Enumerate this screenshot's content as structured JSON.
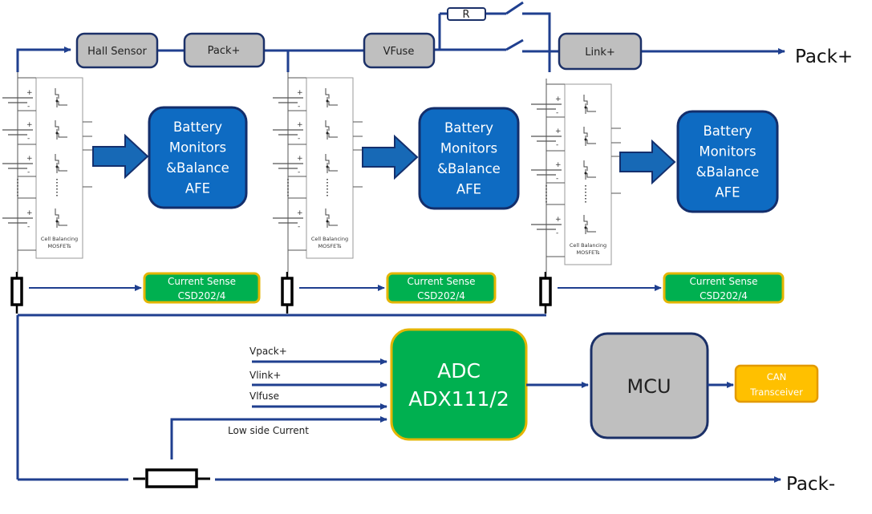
{
  "top_bus": {
    "hall_sensor": "Hall Sensor",
    "pack_plus_block": "Pack+",
    "vfuse": "VFuse",
    "resistor": "R",
    "link_plus": "Link+",
    "output_label": "Pack+"
  },
  "modules": [
    {
      "afe_lines": [
        "Battery",
        "Monitors",
        "&Balance",
        "AFE"
      ],
      "mosfet_label_lines": [
        "Cell Balancing",
        "MOSFETs"
      ],
      "current_sense_lines": [
        "Current Sense",
        "CSD202/4"
      ]
    },
    {
      "afe_lines": [
        "Battery",
        "Monitors",
        "&Balance",
        "AFE"
      ],
      "mosfet_label_lines": [
        "Cell Balancing",
        "MOSFETs"
      ],
      "current_sense_lines": [
        "Current Sense",
        "CSD202/4"
      ]
    },
    {
      "afe_lines": [
        "Battery",
        "Monitors",
        "&Balance",
        "AFE"
      ],
      "mosfet_label_lines": [
        "Cell Balancing",
        "MOSFETs"
      ],
      "current_sense_lines": [
        "Current Sense",
        "CSD202/4"
      ]
    }
  ],
  "cell_polarity": {
    "plus": "+",
    "minus": "-"
  },
  "adc": {
    "lines": [
      "ADC",
      "ADX111/2"
    ],
    "inputs": [
      "Vpack+",
      "Vlink+",
      "Vlfuse",
      "Low side Current"
    ]
  },
  "mcu": {
    "label": "MCU"
  },
  "can": {
    "lines": [
      "CAN",
      "Transceiver"
    ]
  },
  "bottom_bus": {
    "output_label": "Pack-"
  },
  "colors": {
    "wire": "#1f3f8f",
    "afe_blue": "#0e6bc2",
    "sense_green": "#00b050",
    "can_orange": "#ffc000",
    "gray_block": "#bfbfbf"
  }
}
